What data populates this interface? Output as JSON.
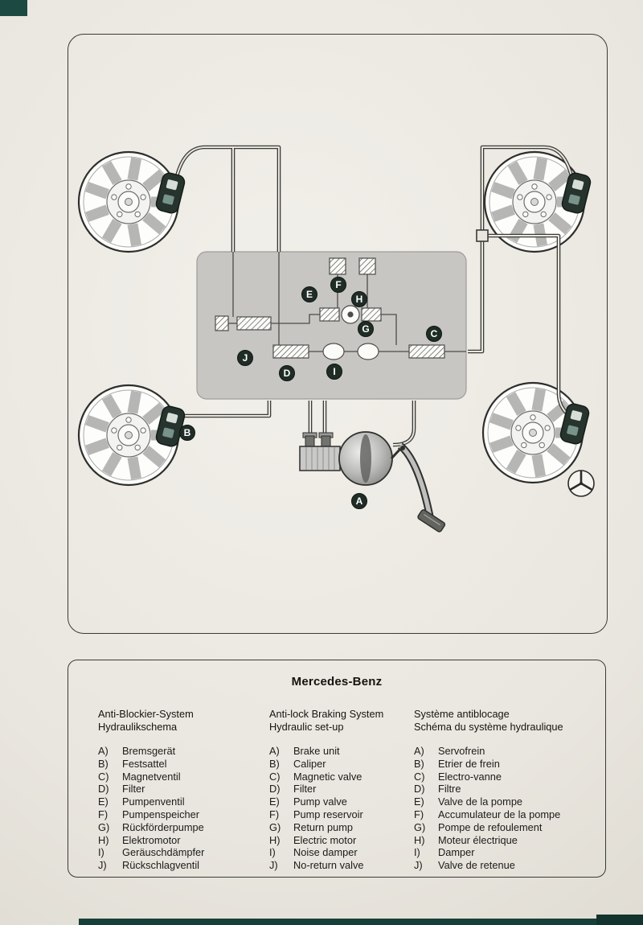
{
  "page": {
    "background": "#e9e6df",
    "scan_mark_color": "#1c4a42",
    "box_border_color": "#3a3a36"
  },
  "diagram": {
    "unit_color": "#c7c6c2",
    "pipe_color": "#3b3b37",
    "callout_color": "#1f2d26",
    "brand_mark": "mercedes-star",
    "callouts": [
      {
        "letter": "A"
      },
      {
        "letter": "B"
      },
      {
        "letter": "C"
      },
      {
        "letter": "D"
      },
      {
        "letter": "E"
      },
      {
        "letter": "F"
      },
      {
        "letter": "G"
      },
      {
        "letter": "H"
      },
      {
        "letter": "I"
      },
      {
        "letter": "J"
      }
    ]
  },
  "legend": {
    "title": "Mercedes-Benz",
    "columns": [
      {
        "heading_line1": "Anti-Blockier-System",
        "heading_line2": "Hydraulikschema",
        "items": [
          {
            "key": "A)",
            "label": "Bremsgerät"
          },
          {
            "key": "B)",
            "label": "Festsattel"
          },
          {
            "key": "C)",
            "label": "Magnetventil"
          },
          {
            "key": "D)",
            "label": "Filter"
          },
          {
            "key": "E)",
            "label": "Pumpenventil"
          },
          {
            "key": "F)",
            "label": "Pumpenspeicher"
          },
          {
            "key": "G)",
            "label": "Rückförderpumpe"
          },
          {
            "key": "H)",
            "label": "Elektromotor"
          },
          {
            "key": "I)",
            "label": "Geräuschdämpfer"
          },
          {
            "key": "J)",
            "label": "Rückschlagventil"
          }
        ]
      },
      {
        "heading_line1": "Anti-lock Braking System",
        "heading_line2": "Hydraulic set-up",
        "items": [
          {
            "key": "A)",
            "label": "Brake unit"
          },
          {
            "key": "B)",
            "label": "Caliper"
          },
          {
            "key": "C)",
            "label": "Magnetic valve"
          },
          {
            "key": "D)",
            "label": "Filter"
          },
          {
            "key": "E)",
            "label": "Pump valve"
          },
          {
            "key": "F)",
            "label": "Pump reservoir"
          },
          {
            "key": "G)",
            "label": "Return pump"
          },
          {
            "key": "H)",
            "label": "Electric motor"
          },
          {
            "key": "I)",
            "label": "Noise damper"
          },
          {
            "key": "J)",
            "label": "No-return valve"
          }
        ]
      },
      {
        "heading_line1": "Système antiblocage",
        "heading_line2": "Schéma du système hydraulique",
        "items": [
          {
            "key": "A)",
            "label": "Servofrein"
          },
          {
            "key": "B)",
            "label": "Etrier de frein"
          },
          {
            "key": "C)",
            "label": "Electro-vanne"
          },
          {
            "key": "D)",
            "label": "Filtre"
          },
          {
            "key": "E)",
            "label": "Valve de la pompe"
          },
          {
            "key": "F)",
            "label": "Accumulateur de la pompe"
          },
          {
            "key": "G)",
            "label": "Pompe de refoulement"
          },
          {
            "key": "H)",
            "label": "Moteur électrique"
          },
          {
            "key": "I)",
            "label": "Damper"
          },
          {
            "key": "J)",
            "label": "Valve de retenue"
          }
        ]
      }
    ]
  }
}
